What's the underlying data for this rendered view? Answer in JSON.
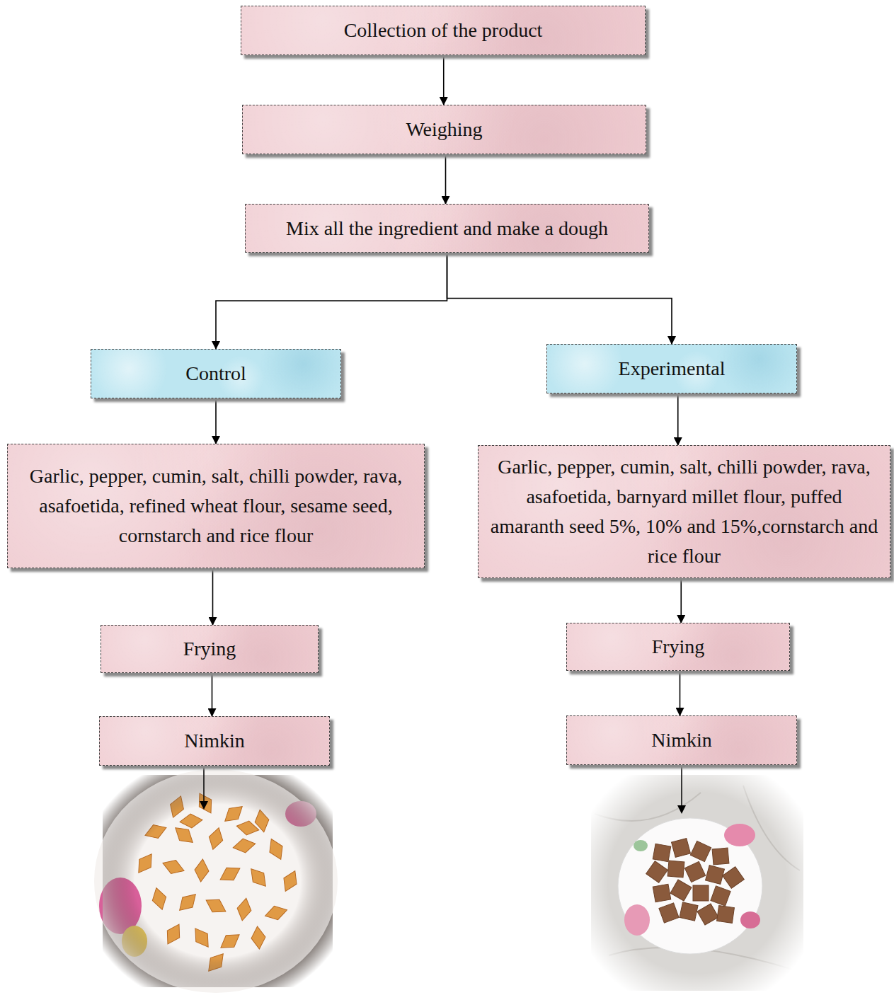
{
  "diagram": {
    "nodes": [
      {
        "text": [
          "Collection of the product"
        ]
      },
      {
        "text": [
          "Weighing"
        ]
      },
      {
        "text": [
          "Mix all the ingredient and make a dough"
        ]
      },
      {
        "text": [
          "Control"
        ]
      },
      {
        "text": [
          "Experimental"
        ]
      },
      {
        "text": [
          "Garlic, pepper, cumin, salt, chilli powder, rava, asafoetida, refined wheat flour, sesame seed, cornstarch and rice flour"
        ]
      },
      {
        "text": [
          "Garlic, pepper, cumin, salt, chilli powder, rava, asafoetida, barnyard millet flour, puffed amaranth seed 5%, 10% and 15%,cornstarch and rice flour"
        ]
      },
      {
        "text": [
          "Frying"
        ]
      },
      {
        "text": [
          "Frying"
        ]
      },
      {
        "text": [
          "Nimkin"
        ]
      },
      {
        "text": [
          "Nimkin"
        ]
      }
    ],
    "edges": [
      {
        "from": 0,
        "to": 1,
        "arrow": "to"
      },
      {
        "from": 1,
        "to": 2,
        "arrow": "to"
      },
      {
        "from": 2,
        "to": 3,
        "arrow": "to"
      },
      {
        "from": 2,
        "to": 4,
        "arrow": "to"
      },
      {
        "from": 3,
        "to": 5,
        "arrow": "to"
      },
      {
        "from": 4,
        "to": 6,
        "arrow": "to"
      },
      {
        "from": 5,
        "to": 7,
        "arrow": "to"
      },
      {
        "from": 6,
        "to": 8,
        "arrow": "to"
      },
      {
        "from": 7,
        "to": 9,
        "arrow": "to"
      },
      {
        "from": 8,
        "to": 10,
        "arrow": "to"
      }
    ]
  }
}
